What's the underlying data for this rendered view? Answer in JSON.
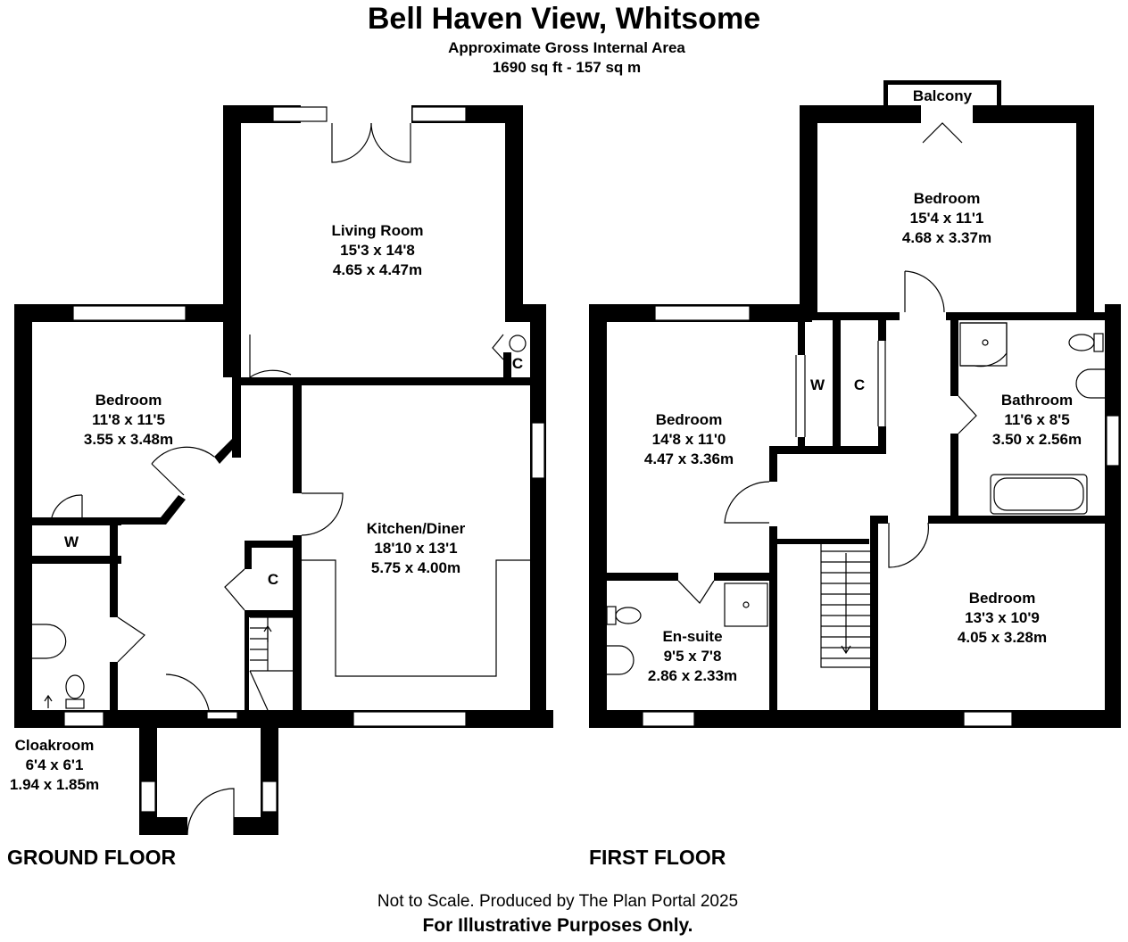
{
  "header": {
    "title": "Bell Haven View, Whitsome",
    "area_label": "Approximate Gross Internal Area",
    "area_value": "1690 sq ft - 157 sq m"
  },
  "floors": {
    "ground": "GROUND FLOOR",
    "first": "FIRST FLOOR"
  },
  "rooms": {
    "living": {
      "name": "Living Room",
      "imperial": "15'3 x 14'8",
      "metric": "4.65 x 4.47m"
    },
    "bedroom_ground": {
      "name": "Bedroom",
      "imperial": "11'8 x 11'5",
      "metric": "3.55 x 3.48m"
    },
    "kitchen": {
      "name": "Kitchen/Diner",
      "imperial": "18'10 x 13'1",
      "metric": "5.75 x 4.00m"
    },
    "cloakroom": {
      "name": "Cloakroom",
      "imperial": "6'4 x 6'1",
      "metric": "1.94 x 1.85m"
    },
    "bedroom_top": {
      "name": "Bedroom",
      "imperial": "15'4 x 11'1",
      "metric": "4.68 x 3.37m"
    },
    "bedroom_left": {
      "name": "Bedroom",
      "imperial": "14'8 x 11'0",
      "metric": "4.47 x 3.36m"
    },
    "bathroom": {
      "name": "Bathroom",
      "imperial": "11'6 x 8'5",
      "metric": "3.50 x 2.56m"
    },
    "bedroom_right": {
      "name": "Bedroom",
      "imperial": "13'3 x 10'9",
      "metric": "4.05 x 3.28m"
    },
    "ensuite": {
      "name": "En-suite",
      "imperial": "9'5 x 7'8",
      "metric": "2.86 x 2.33m"
    }
  },
  "small_labels": {
    "wardrobe": "W",
    "cupboard": "C",
    "balcony": "Balcony"
  },
  "footer": {
    "note": "Not to Scale. Produced by The Plan Portal 2025",
    "disclaimer": "For Illustrative Purposes Only."
  }
}
